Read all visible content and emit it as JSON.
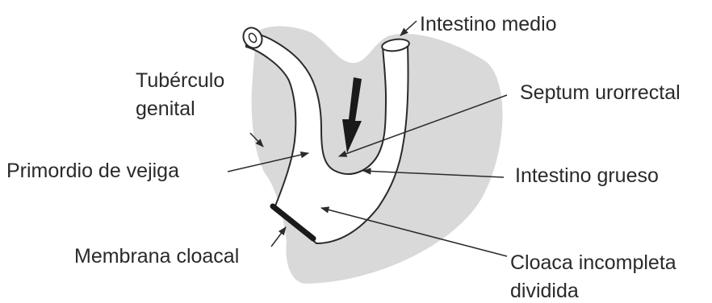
{
  "labels": {
    "intestino_medio": "Intestino medio",
    "tuberculo_line1": "Tubérculo",
    "tuberculo_line2": "genital",
    "septum": "Septum urorrectal",
    "primordio": "Primordio de vejiga",
    "intestino_grueso": "Intestino grueso",
    "membrana": "Membrana cloacal",
    "cloaca_line1": "Cloaca incompleta",
    "cloaca_line2": "dividida"
  },
  "colors": {
    "mesenchyme": "#d9d9d9",
    "outline": "#2a2a2a",
    "cavity": "#ffffff"
  }
}
